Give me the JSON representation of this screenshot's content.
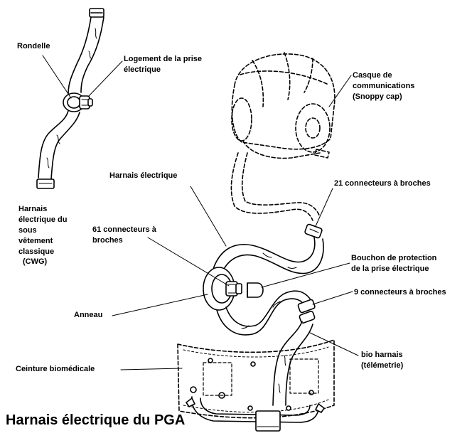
{
  "title": "Harnais électrique du PGA",
  "labels": {
    "rondelle": "Rondelle",
    "logement": [
      "Logement de la prise",
      "électrique"
    ],
    "cwg": [
      "Harnais",
      "électrique du",
      "sous",
      "vêtement",
      "classique"
    ],
    "cwg_abbr": "(CWG)",
    "casque": [
      "Casque de",
      "communications",
      "(Snoppy cap)"
    ],
    "harnais": "Harnais électrique",
    "connecteurs21": "21 connecteurs à broches",
    "connecteurs61": [
      "61 connecteurs à",
      "broches"
    ],
    "bouchon": [
      "Bouchon de protection",
      "de la prise électrique"
    ],
    "connecteurs9": "9 connecteurs à broches",
    "anneau": "Anneau",
    "bioharnais": [
      "bio harnais",
      "(télémetrie)"
    ],
    "ceinture": "Ceinture biomédicale"
  },
  "colors": {
    "ink": "#000000",
    "background": "#ffffff"
  }
}
